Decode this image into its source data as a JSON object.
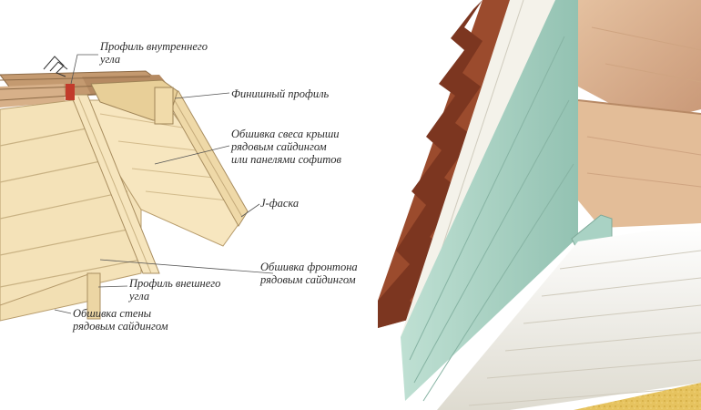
{
  "labels": {
    "inner_corner": [
      "Профиль внутреннего",
      "угла"
    ],
    "finish_profile": [
      "Финишный профиль"
    ],
    "eave_cladding": [
      "Обшивка свеса крыши",
      "рядовым сайдингом",
      "или панелями софитов"
    ],
    "j_chamfer": [
      "J-фаска"
    ],
    "gable_cladding": [
      "Обшивка фронтона",
      "рядовым сайдингом"
    ],
    "outer_corner": [
      "Профиль внешнего",
      "угла"
    ],
    "wall_cladding": [
      "Обшивка стены",
      "рядовым сайдингом"
    ]
  },
  "colors": {
    "siding": "#f3dfb2",
    "siding_shadow": "#c9b283",
    "wood": "#c79a70",
    "roof_metal": "#9b4b2d",
    "soffit_white": "#f2f0e8",
    "mint_panel": "#a9cfc1",
    "stucco": "#e6c35f",
    "leader_line": "#555555"
  }
}
